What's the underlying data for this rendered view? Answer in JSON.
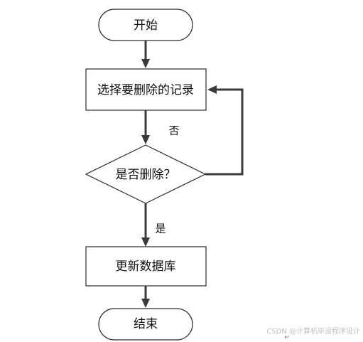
{
  "flowchart": {
    "nodes": {
      "start": {
        "label": "开始",
        "shape": "terminator"
      },
      "select_record": {
        "label": "选择要删除的记录",
        "shape": "process"
      },
      "confirm_delete": {
        "label": "是否删除？",
        "shape": "decision"
      },
      "update_db": {
        "label": "更新数据库",
        "shape": "process"
      },
      "end": {
        "label": "结束",
        "shape": "terminator"
      }
    },
    "edges": {
      "no_label": "否",
      "yes_label": "是"
    }
  },
  "watermark": "CSDN @计算机毕设程序设计",
  "return_mark": "↵"
}
